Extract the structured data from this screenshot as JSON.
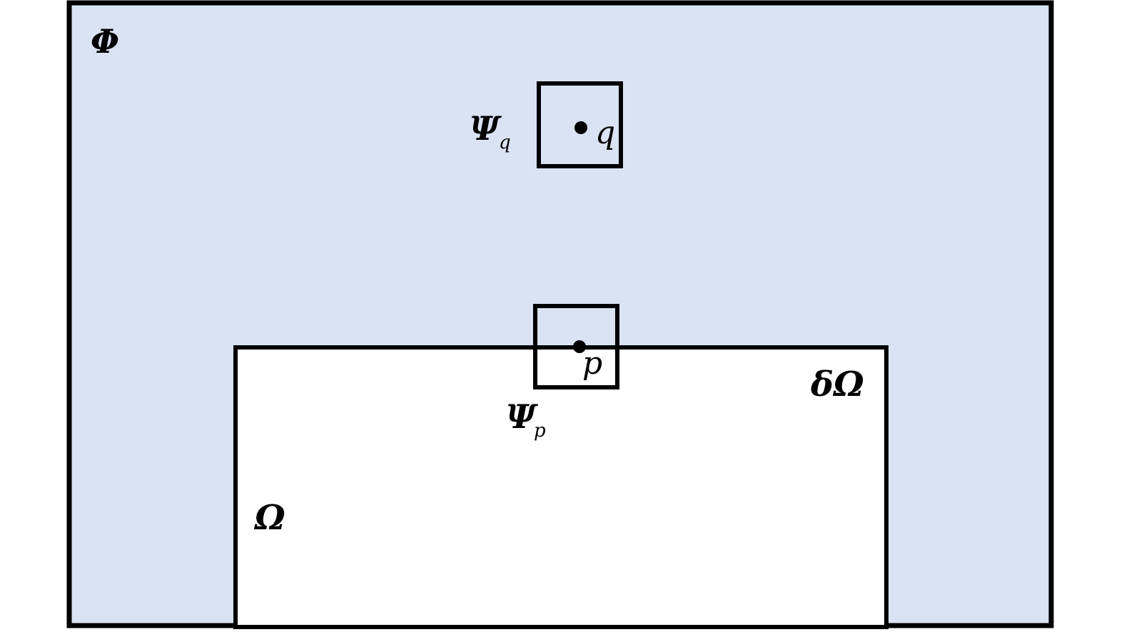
{
  "labels": {
    "phi": "Φ",
    "psi_symbol": "Ψ",
    "psi_q_sub": "q",
    "psi_p_sub": "p",
    "point_q": "q",
    "point_p": "p",
    "omega": "Ω",
    "boundary": "δΩ"
  },
  "colors": {
    "outer_fill": "#dae3f3",
    "inner_fill": "#ffffff",
    "stroke": "#000000"
  }
}
